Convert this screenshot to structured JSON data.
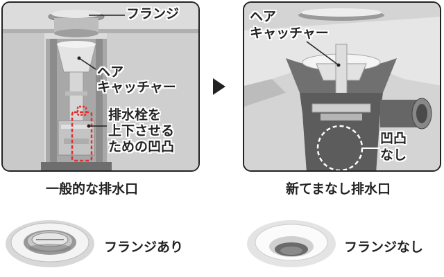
{
  "left_panel": {
    "label_flange": "フランジ",
    "label_hair_catcher_1": "ヘア",
    "label_hair_catcher_2": "キャッチャー",
    "label_stopper_1": "排水栓を",
    "label_stopper_2": "上下させる",
    "label_stopper_3": "ための凹凸",
    "caption": "一般的な排水口"
  },
  "right_panel": {
    "label_hair_catcher_1": "ヘア",
    "label_hair_catcher_2": "キャッチャー",
    "label_no_bump_1": "凹凸",
    "label_no_bump_2": "なし",
    "caption": "新てまなし排水口"
  },
  "bottom": {
    "left_label": "フランジあり",
    "right_label": "フランジなし"
  },
  "colors": {
    "highlight_red": "#e03030",
    "dashed_white": "#ffffff",
    "pipe_dark": "#555555"
  }
}
